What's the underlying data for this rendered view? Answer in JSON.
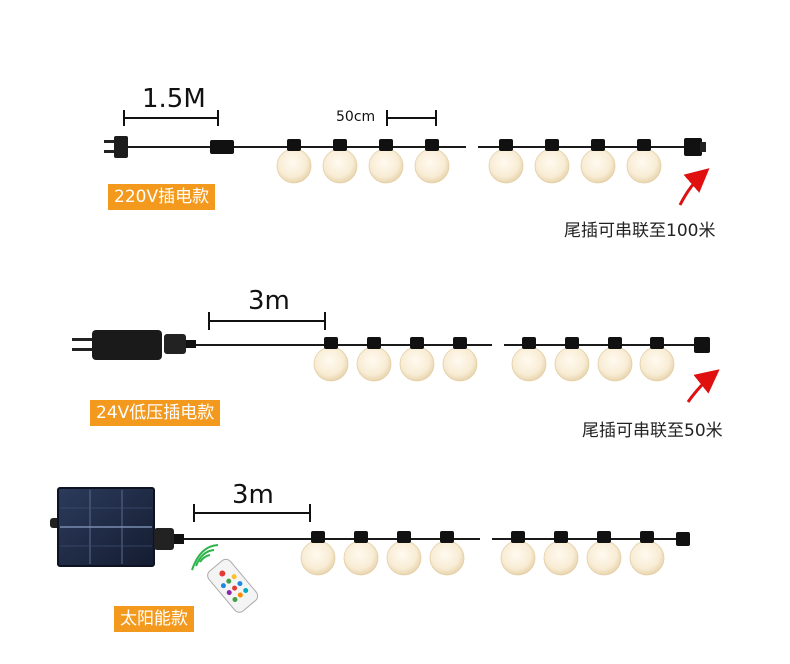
{
  "models": [
    {
      "id": "220v",
      "badge": "220V插电款",
      "lead_length": "1.5M",
      "spacing": "50cm",
      "tail_note": "尾插可串联至100米"
    },
    {
      "id": "24v",
      "badge": "24V低压插电款",
      "lead_length": "3m",
      "tail_note": "尾插可串联至50米"
    },
    {
      "id": "solar",
      "badge": "太阳能款",
      "lead_length": "3m"
    }
  ],
  "colors": {
    "badge": "#f39a1e",
    "cable": "#1a1a1a",
    "bulb": "#f8ecd4",
    "socket": "#111111",
    "arrow": "#e01010",
    "panel": "#1e2a44"
  },
  "icons": [
    "plug-icon",
    "adapter-icon",
    "solar-panel-icon",
    "remote-control-icon",
    "wifi-signal-icon",
    "curved-arrow-icon"
  ]
}
